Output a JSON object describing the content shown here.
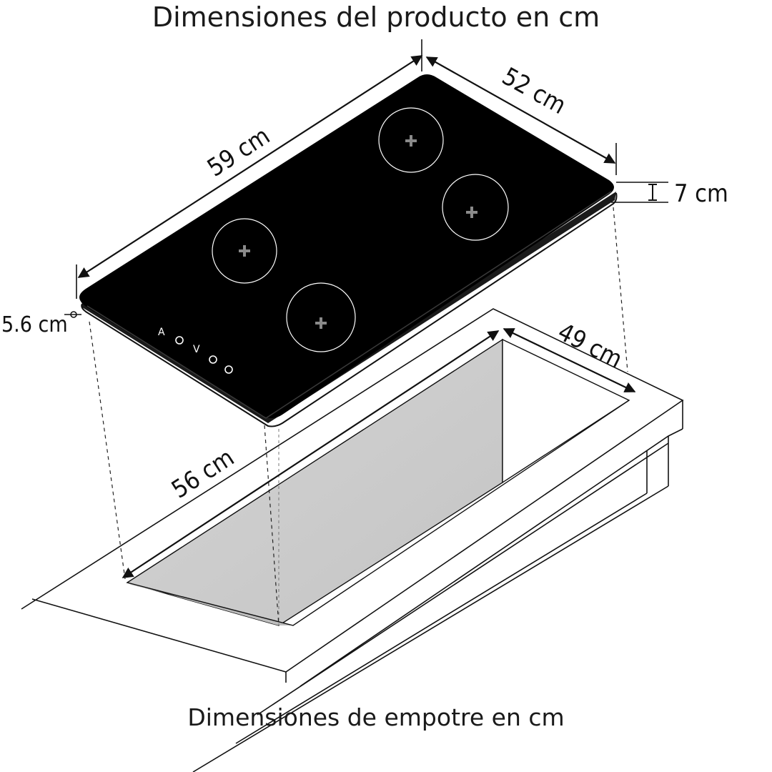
{
  "titles": {
    "product": "Dimensiones del producto en cm",
    "cutout": "Dimensiones de empotre en cm"
  },
  "product_dimensions": {
    "length": "59 cm",
    "width": "52 cm",
    "height": "7 cm",
    "glass_thickness": "5.6 cm"
  },
  "cutout_dimensions": {
    "length": "56 cm",
    "width": "49 cm"
  },
  "controls": [
    "A",
    "V"
  ],
  "colors": {
    "glass": "#000000",
    "line": "#111111",
    "burner_ring": "#ffffff",
    "burner_mark": "#8a8a8a"
  }
}
